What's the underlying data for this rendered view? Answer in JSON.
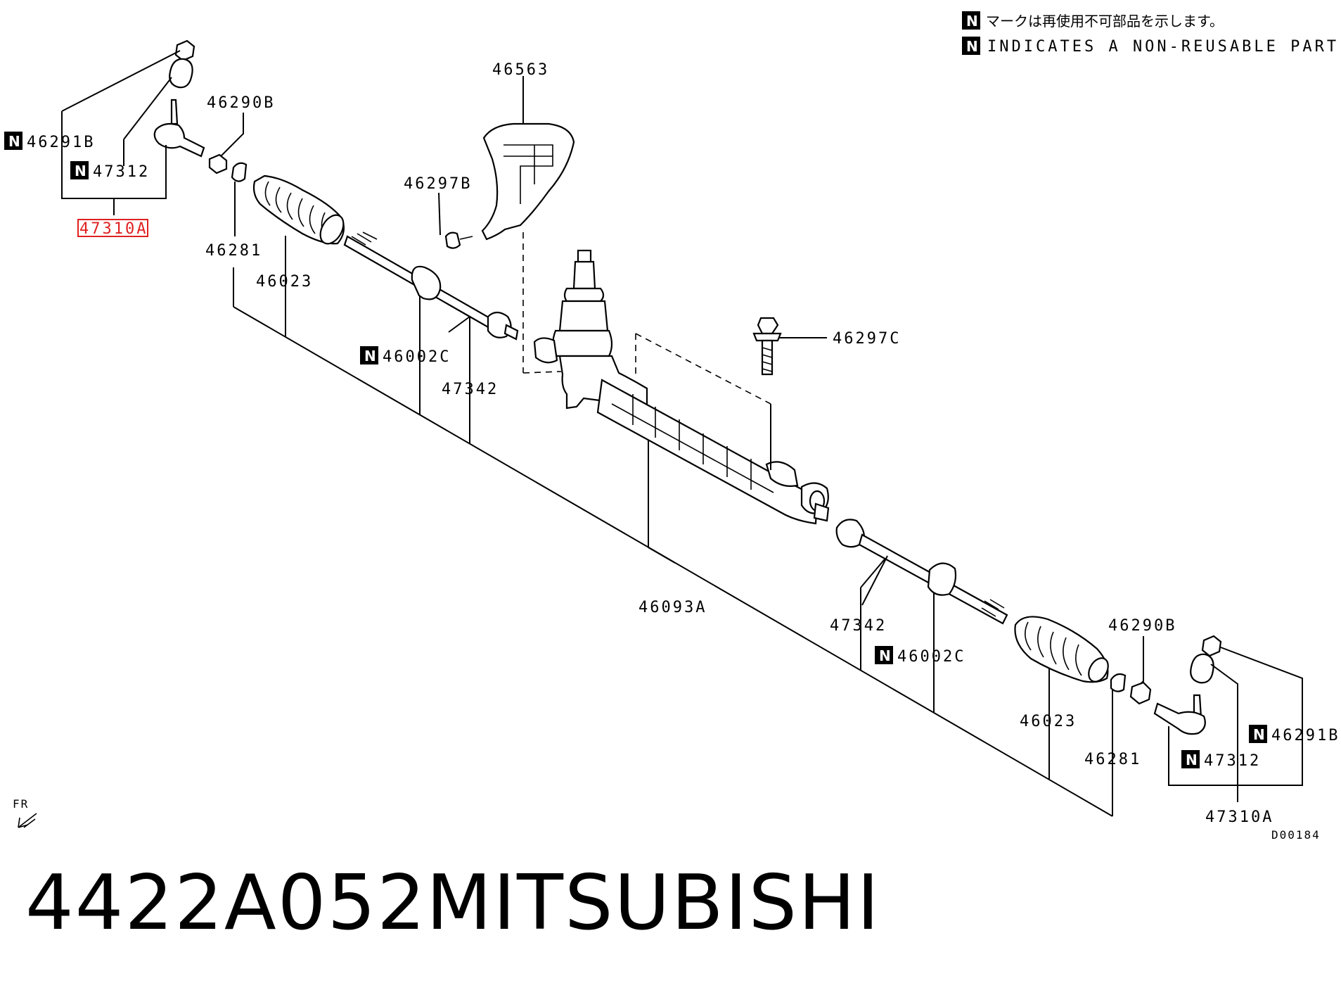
{
  "legend": {
    "badge": "N",
    "note_jp": "マークは再使用不可部品を示します。",
    "note_en": "INDICATES A NON-REUSABLE PART."
  },
  "labels": {
    "l_46291B": "46291B",
    "l_47312": "47312",
    "l_47310A": "47310A",
    "l_46290B": "46290B",
    "l_46281": "46281",
    "l_46023": "46023",
    "l_46297B": "46297B",
    "l_46563": "46563",
    "l_46002C": "46002C",
    "l_47342": "47342",
    "l_46297C": "46297C",
    "l_46093A": "46093A",
    "r_47342": "47342",
    "r_46002C": "46002C",
    "r_46290B": "46290B",
    "r_46023": "46023",
    "r_46281": "46281",
    "r_46291B": "46291B",
    "r_47312": "47312",
    "r_47310A": "47310A"
  },
  "fr_label": "FR",
  "diagram_code": "D00184",
  "footer": {
    "part_number": "4422A052",
    "brand": "MITSUBISHI"
  },
  "highlight_color": "#e02020"
}
